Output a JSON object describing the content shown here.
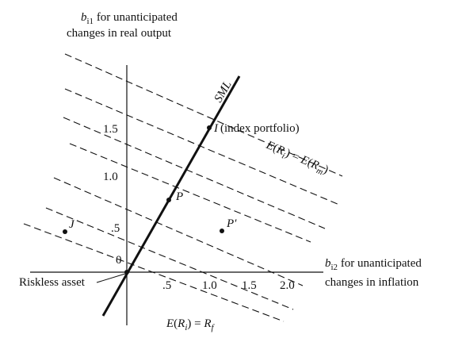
{
  "y_axis_label": {
    "symbol": "b",
    "sub": "i1",
    "rest": " for unanticipated",
    "line2": "changes in real output"
  },
  "x_axis_label": {
    "symbol": "b",
    "sub": "i2",
    "rest": " for unanticipated",
    "line2": "changes in inflation"
  },
  "y_ticks": [
    ".5",
    "1.0",
    "1.5"
  ],
  "x_ticks": [
    ".5",
    "1.0",
    "1.5",
    "2.0"
  ],
  "origin_label": "0",
  "sml_label": "SML",
  "index_label": {
    "point": "I",
    "note": "(index portfolio)"
  },
  "points": {
    "P": "P",
    "P_prime": "P′",
    "J": "J"
  },
  "riskless_label": "Riskless asset",
  "market_line_label": {
    "E": "E",
    "R": "R",
    "i": "i",
    "eq": ") = ",
    "Rm": "R",
    "m": "m"
  },
  "rf_line_label": {
    "E": "E(",
    "R": "R",
    "i": "i",
    "eq": ") = ",
    "Rf": "R",
    "f": "f"
  },
  "chart_data": {
    "type": "scatter",
    "x_axis": "b_i2 sensitivity to unanticipated changes in inflation",
    "y_axis": "b_i1 sensitivity to unanticipated changes in real output",
    "points": [
      {
        "name": "Riskless asset",
        "x": 0,
        "y": 0
      },
      {
        "name": "P",
        "x": 0.5,
        "y": 0.75
      },
      {
        "name": "I",
        "x": 1.0,
        "y": 1.5
      },
      {
        "name": "P'",
        "x": 1.15,
        "y": 0.4
      },
      {
        "name": "J",
        "x": -0.75,
        "y": 0.4
      }
    ],
    "lines": [
      {
        "name": "SML",
        "style": "solid",
        "passes_through": [
          "Riskless asset",
          "P",
          "I"
        ]
      },
      {
        "name": "iso-expected-return lines",
        "style": "dashed",
        "count": 7,
        "direction": "downward sloping, parallel"
      },
      {
        "name": "E(Ri) = E(Rm)",
        "style": "dashed",
        "passes_through": [
          "I"
        ]
      },
      {
        "name": "E(Ri) = Rf",
        "style": "dashed",
        "passes_through": [
          "Riskless asset"
        ]
      }
    ],
    "x_ticks": [
      0.5,
      1.0,
      1.5,
      2.0
    ],
    "y_ticks": [
      0.5,
      1.0,
      1.5
    ]
  }
}
